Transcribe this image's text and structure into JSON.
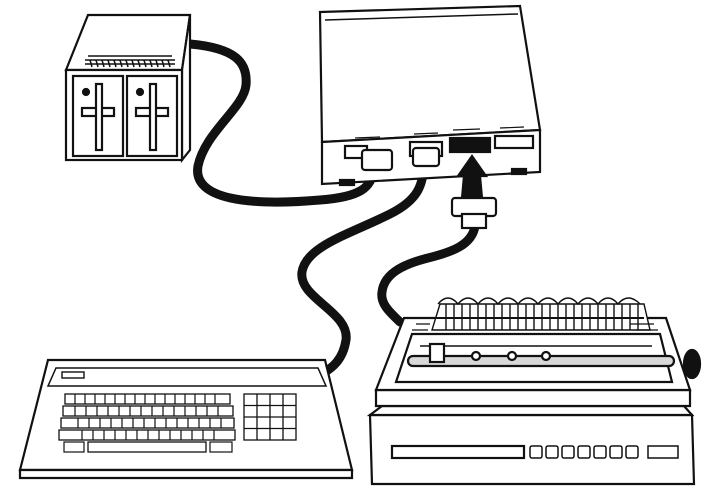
{
  "figure": {
    "components": [
      {
        "id": "disk-drive",
        "icon": "dual-floppy-disk-drive-icon"
      },
      {
        "id": "system-unit",
        "icon": "computer-system-unit-icon"
      },
      {
        "id": "keyboard",
        "icon": "keyboard-icon"
      },
      {
        "id": "printer",
        "icon": "dot-matrix-printer-icon"
      }
    ],
    "connections": [
      {
        "from": "disk-drive",
        "to": "system-unit"
      },
      {
        "from": "keyboard",
        "to": "system-unit"
      },
      {
        "from": "printer",
        "to": "system-unit",
        "indicator": "insert-arrow"
      }
    ],
    "colors": {
      "ink": "#111111",
      "paper": "#ffffff",
      "shade": "#d8d8d8"
    }
  }
}
